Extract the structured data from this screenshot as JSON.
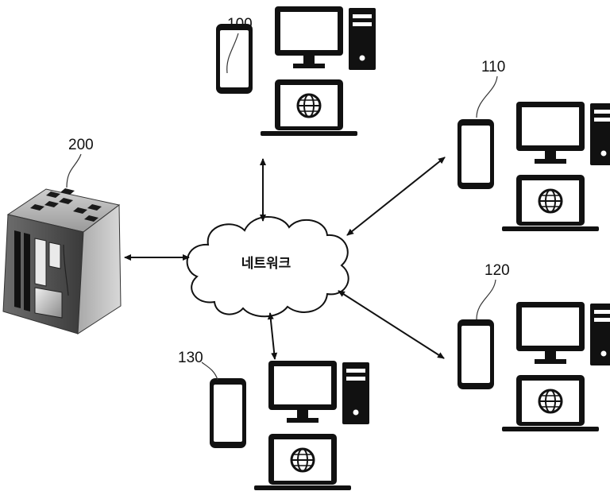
{
  "diagram": {
    "network": {
      "label": "네트워크"
    },
    "server": {
      "ref": "200"
    },
    "terminal_groups": [
      {
        "ref": "100"
      },
      {
        "ref": "110"
      },
      {
        "ref": "120"
      },
      {
        "ref": "130"
      }
    ]
  }
}
